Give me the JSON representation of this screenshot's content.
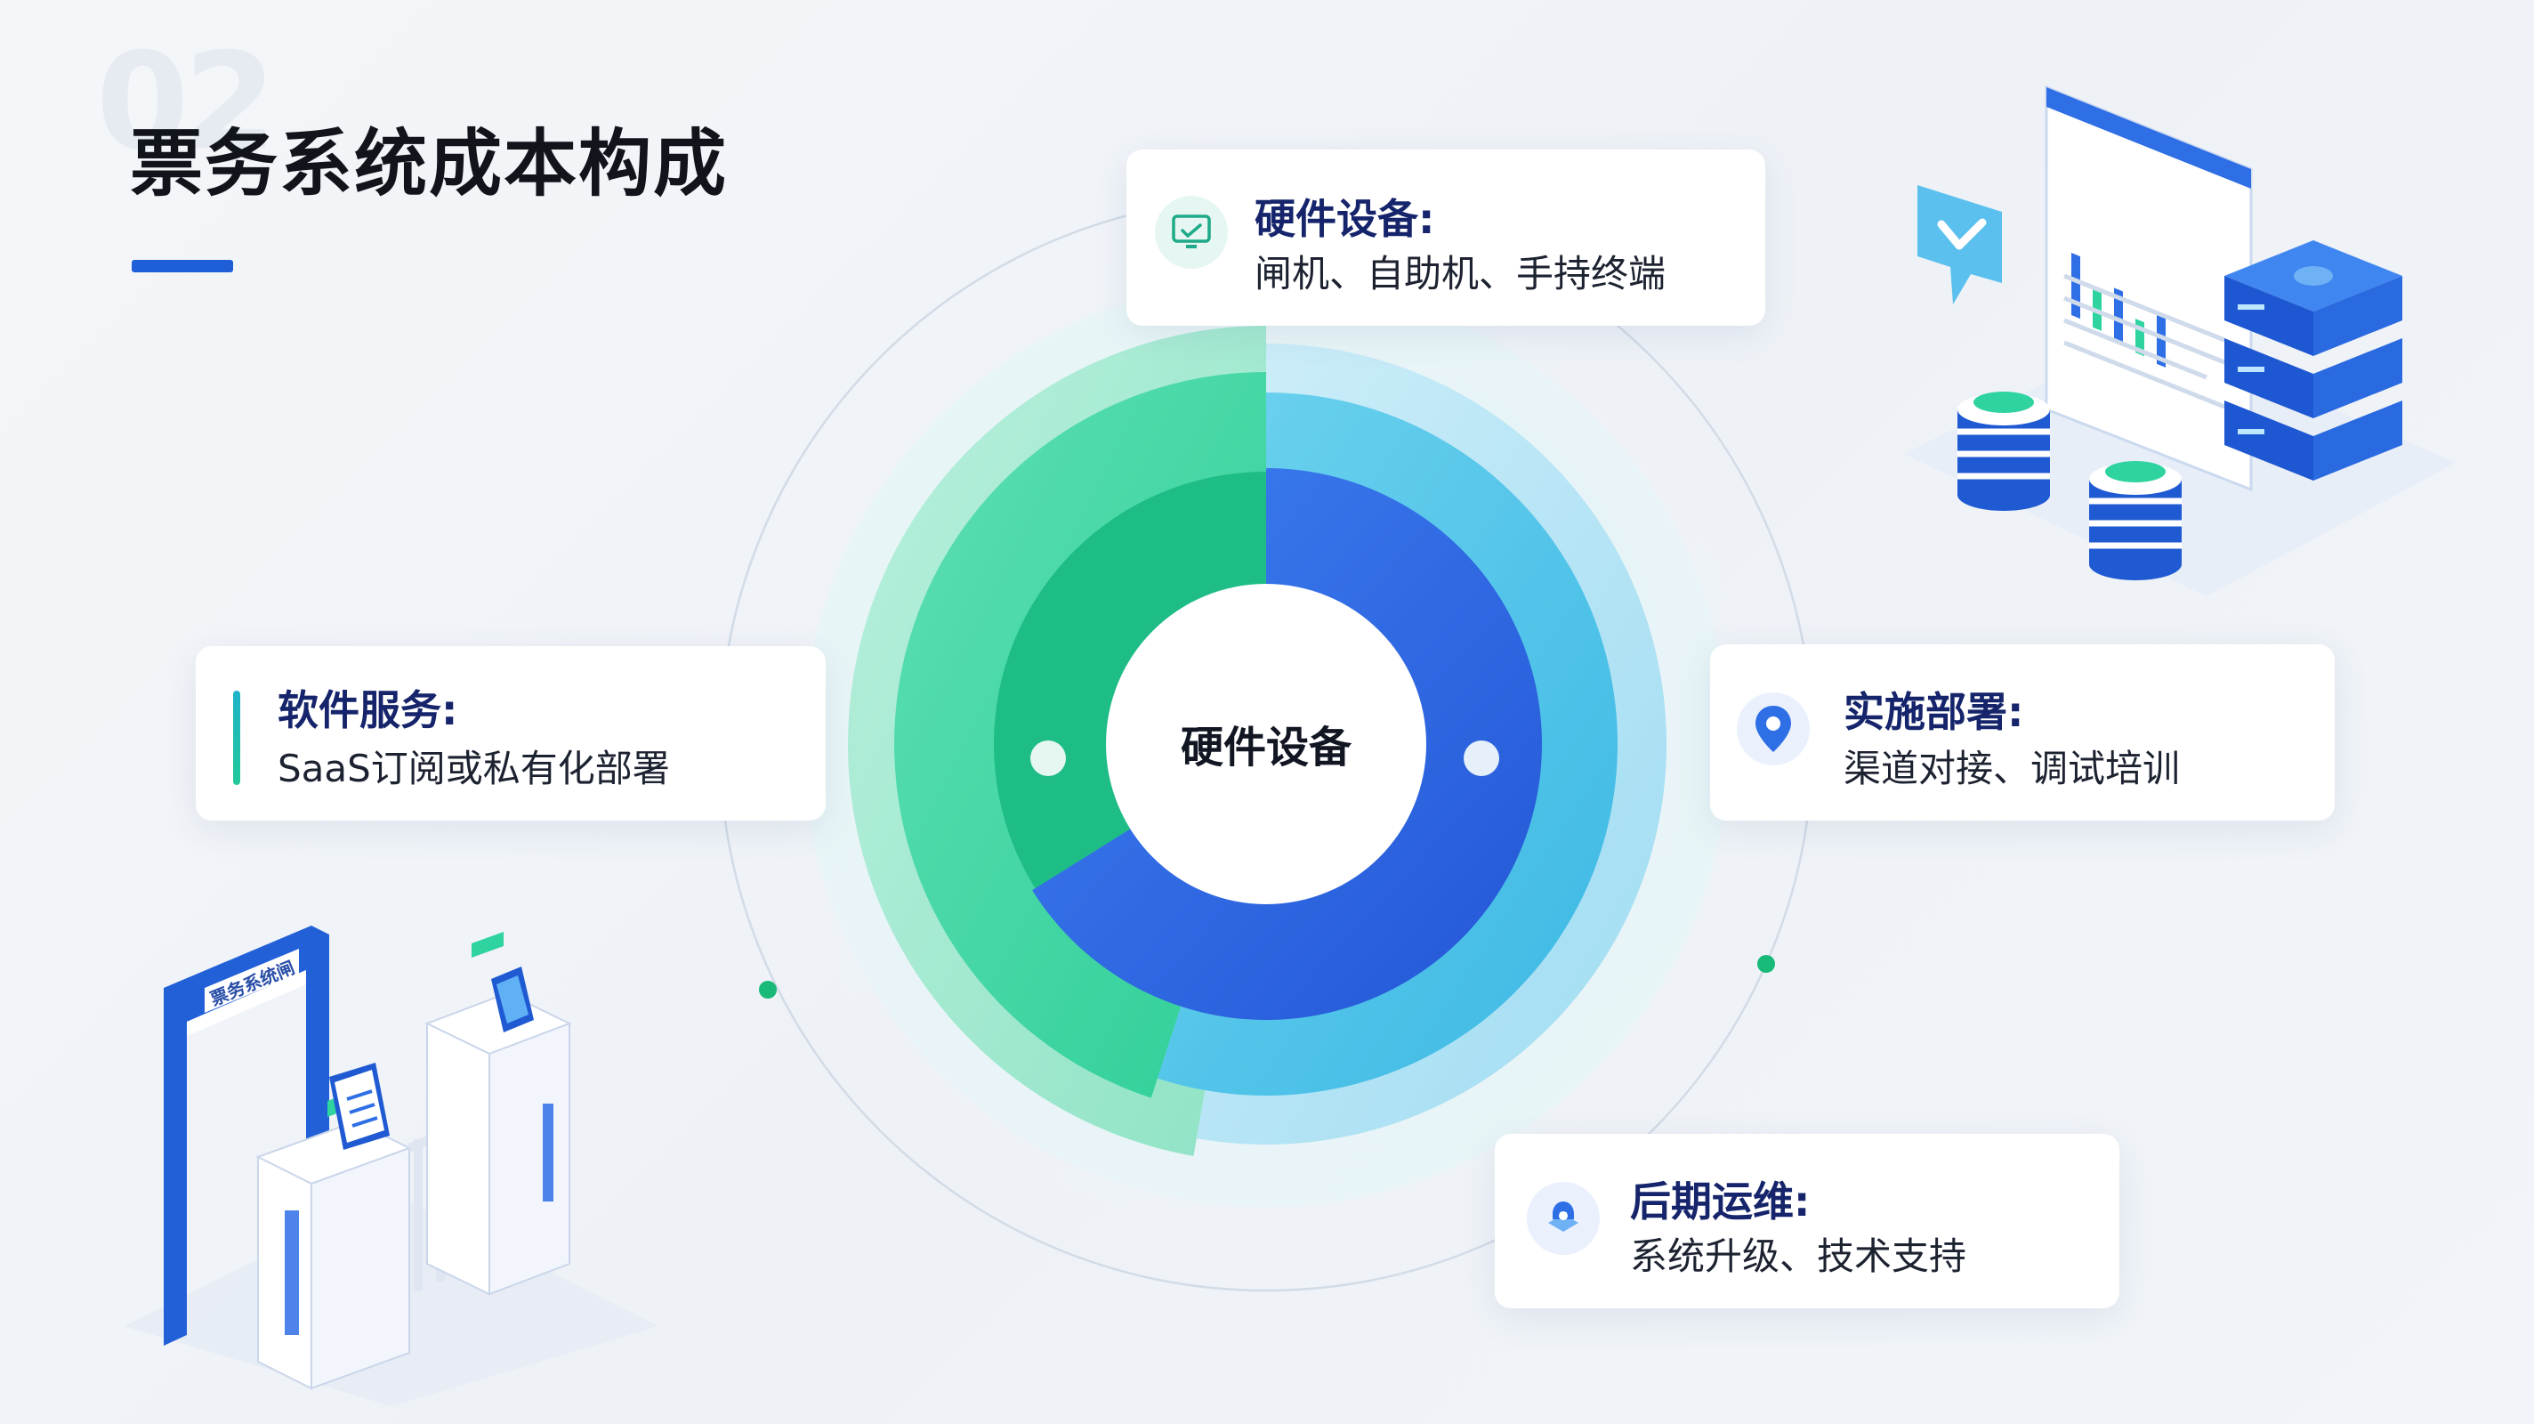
{
  "slide": {
    "section_number": "02",
    "title": "票务系统成本构成"
  },
  "diagram": {
    "center_label": "硬件设备"
  },
  "cards": {
    "hardware": {
      "icon": "monitor-icon",
      "heading": "硬件设备:",
      "description": "闸机、自助机、手持终端"
    },
    "software": {
      "icon": "accent-bar",
      "heading": "软件服务:",
      "description": "SaaS订阅或私有化部署"
    },
    "deploy": {
      "icon": "location-pin-icon",
      "heading": "实施部署:",
      "description": "渠道对接、调试培训"
    },
    "ops": {
      "icon": "support-icon",
      "heading": "后期运维:",
      "description": "系统升级、技术支持"
    }
  },
  "illustrations": {
    "gate_sign": "票务系统闸"
  },
  "colors": {
    "primary_blue": "#2f6fe6",
    "green": "#2ed3a0",
    "light_green": "#a8ecd4",
    "cyan": "#45c0e6",
    "title_bar": "#1e5fd8",
    "heading_navy": "#16246b"
  }
}
